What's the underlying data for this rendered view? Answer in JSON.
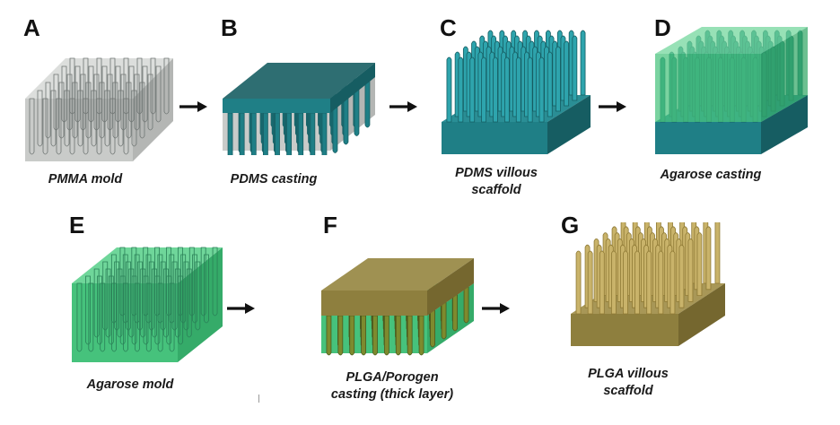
{
  "panels": [
    {
      "letter": "A",
      "caption": "PMMA mold"
    },
    {
      "letter": "B",
      "caption": "PDMS casting"
    },
    {
      "letter": "C",
      "caption": "PDMS villous scaffold"
    },
    {
      "letter": "D",
      "caption": "Agarose casting"
    },
    {
      "letter": "E",
      "caption": "Agarose mold"
    },
    {
      "letter": "F",
      "caption": "PLGA/Porogen casting (thick layer)"
    },
    {
      "letter": "G",
      "caption": "PLGA villous scaffold"
    }
  ],
  "colors": {
    "mold_gray": "#c9cbc9",
    "pdms_teal": "#1f7f86",
    "pdms_dark": "#165d62",
    "agarose_green": "#46c27c",
    "plga_olive": "#8e7f3e",
    "plga_light": "#c9b36a",
    "arrow": "#111111"
  },
  "icons": [
    "arrow-right-icon"
  ]
}
